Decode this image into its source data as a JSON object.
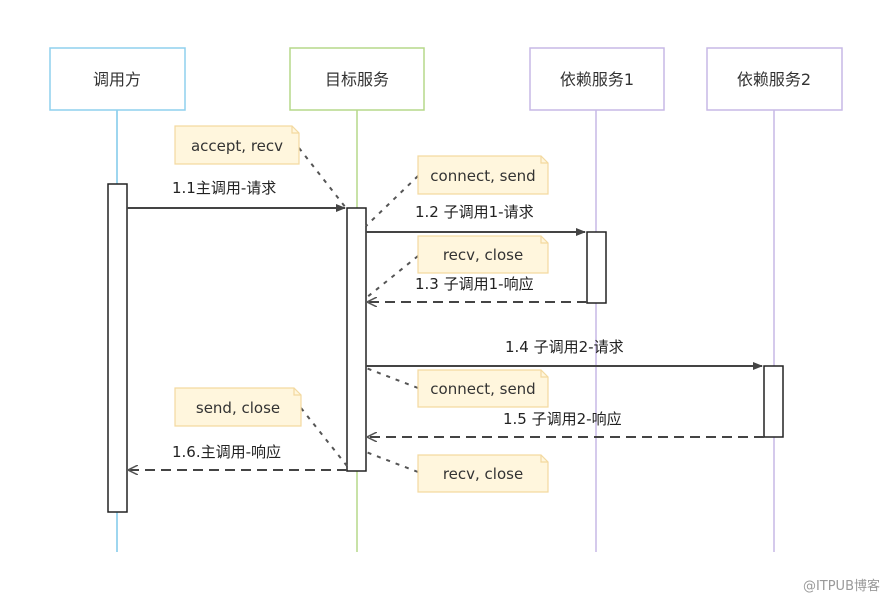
{
  "colors": {
    "caller": "#8fd0ee",
    "target": "#b5d88a",
    "dependency": "#c7b9e6",
    "note_fill": "#fff6dd",
    "note_border": "#f3d9a0",
    "arrow": "#444444",
    "activation_border": "#222222"
  },
  "participants": [
    {
      "id": "caller",
      "label": "调用方"
    },
    {
      "id": "target",
      "label": "目标服务"
    },
    {
      "id": "dep1",
      "label": "依赖服务1"
    },
    {
      "id": "dep2",
      "label": "依赖服务2"
    }
  ],
  "messages": [
    {
      "id": "m11",
      "label": "1.1主调用-请求",
      "from": "caller",
      "to": "target",
      "style": "solid"
    },
    {
      "id": "m12",
      "label": "1.2 子调用1-请求",
      "from": "target",
      "to": "dep1",
      "style": "solid"
    },
    {
      "id": "m13",
      "label": "1.3 子调用1-响应",
      "from": "dep1",
      "to": "target",
      "style": "dashed"
    },
    {
      "id": "m14",
      "label": "1.4 子调用2-请求",
      "from": "target",
      "to": "dep2",
      "style": "solid"
    },
    {
      "id": "m15",
      "label": "1.5 子调用2-响应",
      "from": "dep2",
      "to": "target",
      "style": "dashed"
    },
    {
      "id": "m16",
      "label": "1.6.主调用-响应",
      "from": "target",
      "to": "caller",
      "style": "dashed"
    }
  ],
  "notes": [
    {
      "id": "n1",
      "label": "accept, recv"
    },
    {
      "id": "n2",
      "label": "connect, send"
    },
    {
      "id": "n3",
      "label": "recv, close"
    },
    {
      "id": "n4",
      "label": "connect, send"
    },
    {
      "id": "n5",
      "label": "send, close"
    },
    {
      "id": "n6",
      "label": "recv, close"
    }
  ],
  "watermark": "@ITPUB博客"
}
